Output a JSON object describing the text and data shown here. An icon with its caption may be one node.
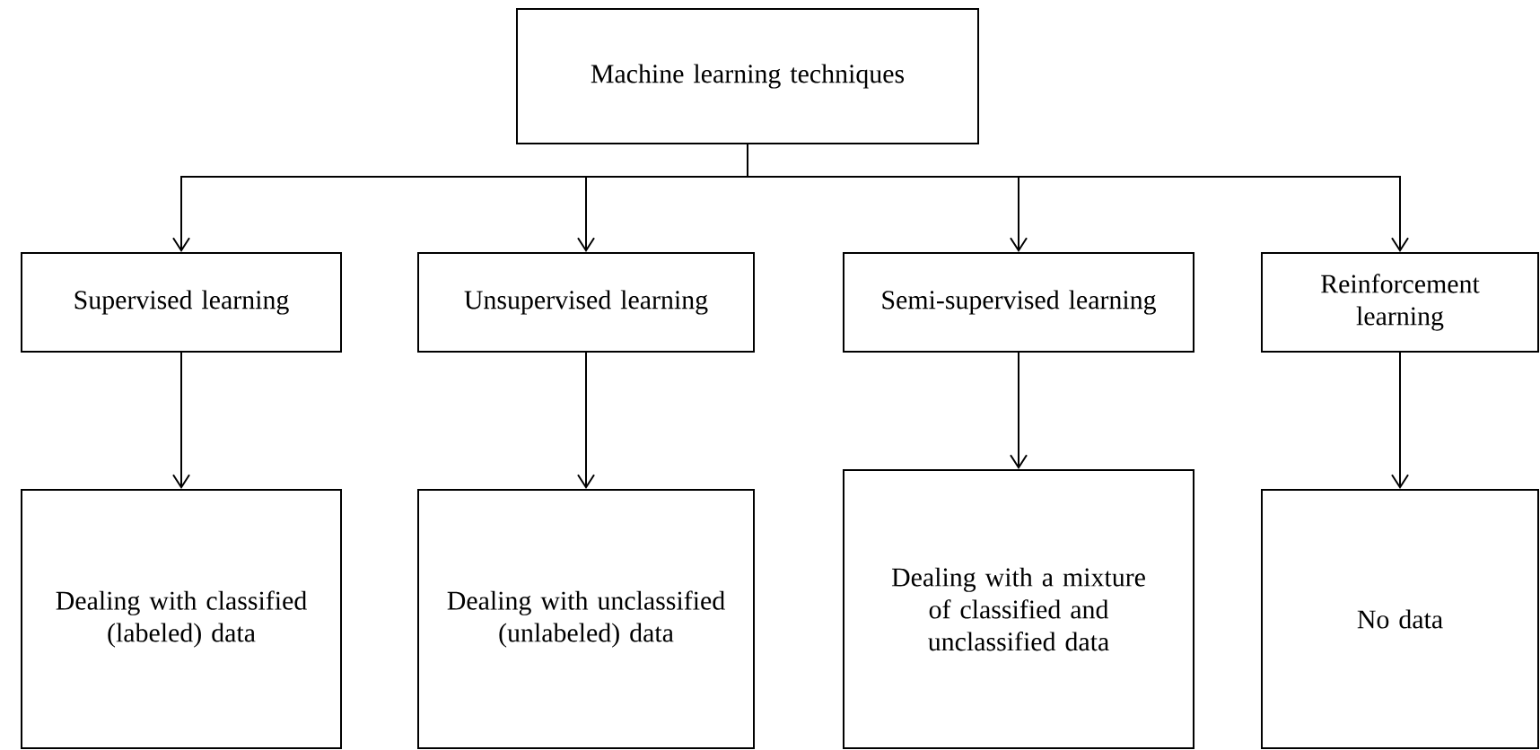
{
  "diagram": {
    "nodes": [
      {
        "text": [
          "Machine learning techniques"
        ]
      },
      {
        "text": [
          "Supervised learning"
        ]
      },
      {
        "text": [
          "Unsupervised learning"
        ]
      },
      {
        "text": [
          "Semi-supervised learning"
        ]
      },
      {
        "text": [
          "Reinforcement learning"
        ]
      },
      {
        "text": [
          "Dealing with classified (labeled) data"
        ]
      },
      {
        "text": [
          "Dealing with unclassified (unlabeled) data"
        ]
      },
      {
        "text": [
          "Dealing with a mixture of classified and unclassified data"
        ]
      },
      {
        "text": [
          "No data"
        ]
      }
    ],
    "edges": [
      {
        "from": 0,
        "to": 1,
        "arrow": "to"
      },
      {
        "from": 0,
        "to": 2,
        "arrow": "to"
      },
      {
        "from": 0,
        "to": 3,
        "arrow": "to"
      },
      {
        "from": 0,
        "to": 4,
        "arrow": "to"
      },
      {
        "from": 1,
        "to": 5,
        "arrow": "to"
      },
      {
        "from": 2,
        "to": 6,
        "arrow": "to"
      },
      {
        "from": 3,
        "to": 7,
        "arrow": "to"
      },
      {
        "from": 4,
        "to": 8,
        "arrow": "to"
      }
    ]
  }
}
